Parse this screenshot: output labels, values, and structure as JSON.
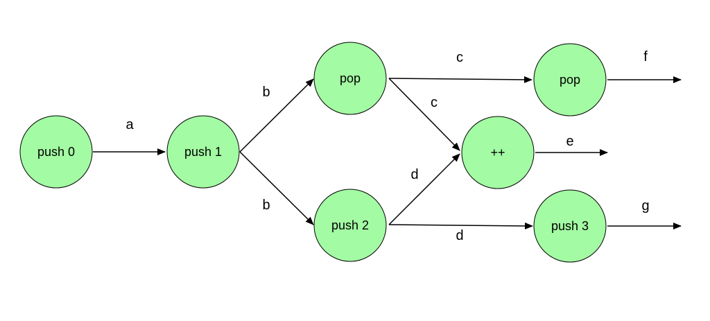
{
  "colors": {
    "node_fill": "#a3fba3",
    "stroke": "#000000",
    "background": "#ffffff"
  },
  "nodes": {
    "push0": "push 0",
    "push1": "push 1",
    "pop_upper": "pop",
    "push2": "push 2",
    "pop_right": "pop",
    "inc": "++",
    "push3": "push 3"
  },
  "edges": {
    "a": "a",
    "b_upper": "b",
    "b_lower": "b",
    "c_top": "c",
    "c_diag": "c",
    "d_diag": "d",
    "d_bottom": "d",
    "e": "e",
    "f": "f",
    "g": "g"
  }
}
